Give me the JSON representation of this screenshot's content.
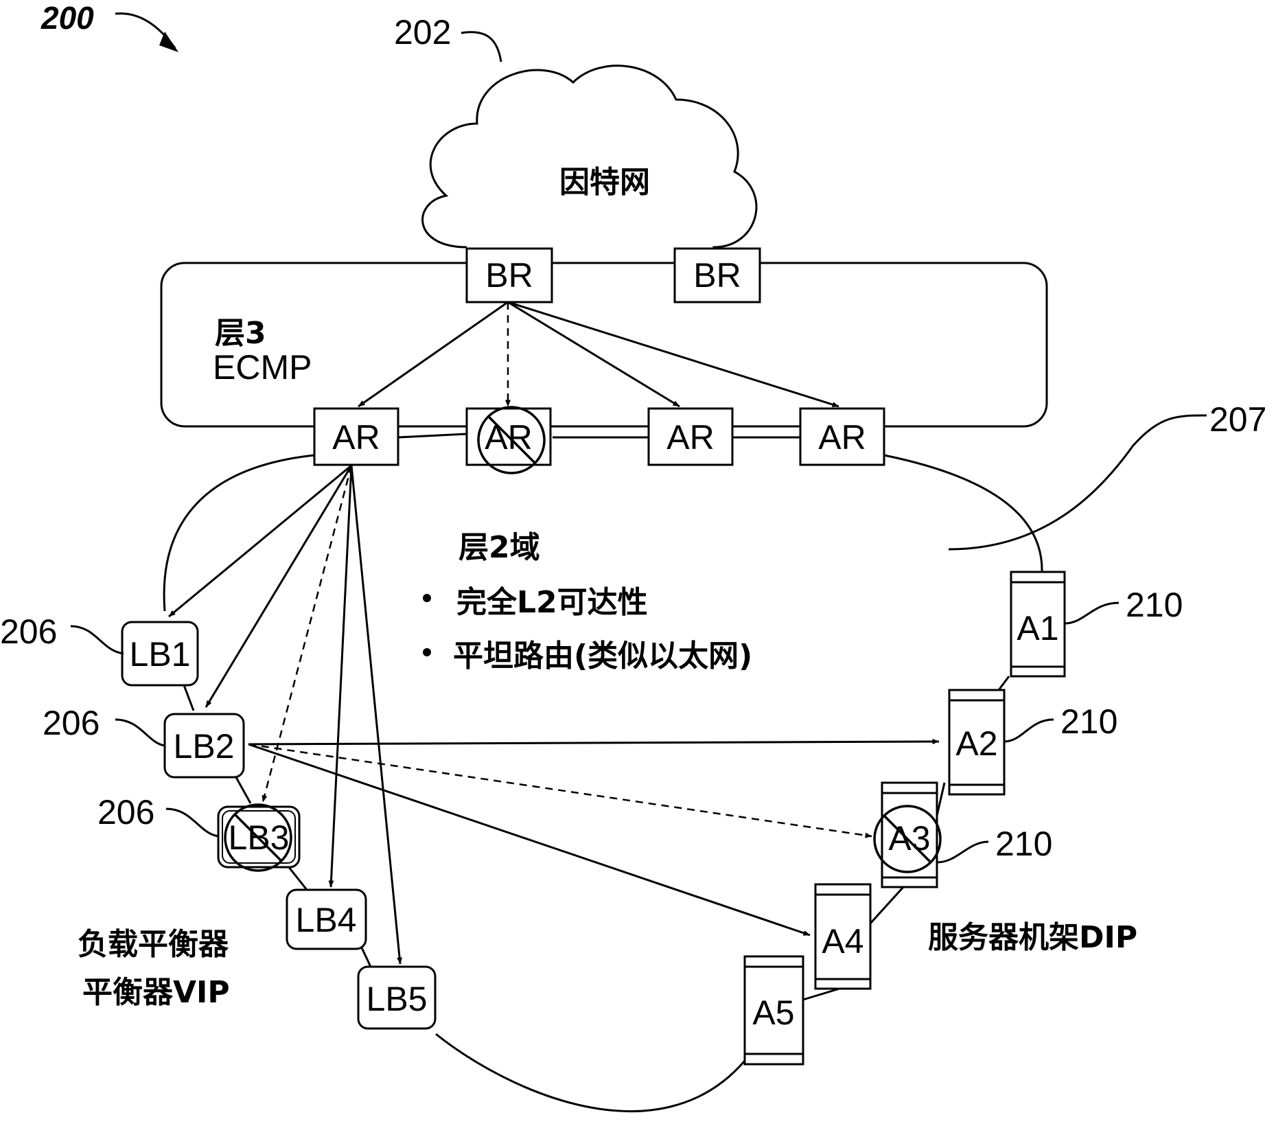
{
  "figure": {
    "number": "200",
    "cloud": {
      "ref": "202",
      "label": "因特网"
    },
    "layer3": {
      "title": "层3",
      "subtitle": "ECMP"
    },
    "border_routers": [
      {
        "label": "BR"
      },
      {
        "label": "BR"
      }
    ],
    "access_routers": [
      {
        "label": "AR",
        "failed": false
      },
      {
        "label": "AR",
        "failed": true
      },
      {
        "label": "AR",
        "failed": false
      },
      {
        "label": "AR",
        "failed": false
      }
    ],
    "layer2": {
      "title": "层2域",
      "bullets": [
        "完全L2可达性",
        "平坦路由(类似以太网)"
      ],
      "ref": "207"
    },
    "load_balancers": [
      {
        "label": "LB1",
        "ref": "206",
        "failed": false
      },
      {
        "label": "LB2",
        "ref": "206",
        "failed": false
      },
      {
        "label": "LB3",
        "ref": "206",
        "failed": true
      },
      {
        "label": "LB4",
        "failed": false
      },
      {
        "label": "LB5",
        "failed": false
      }
    ],
    "load_balancer_caption": [
      "负载平衡器",
      "平衡器VIP"
    ],
    "servers": [
      {
        "label": "A1",
        "ref": "210",
        "failed": false
      },
      {
        "label": "A2",
        "ref": "210",
        "failed": false
      },
      {
        "label": "A3",
        "ref": "210",
        "failed": true
      },
      {
        "label": "A4",
        "failed": false
      },
      {
        "label": "A5",
        "failed": false
      }
    ],
    "server_caption": "服务器机架DIP"
  }
}
